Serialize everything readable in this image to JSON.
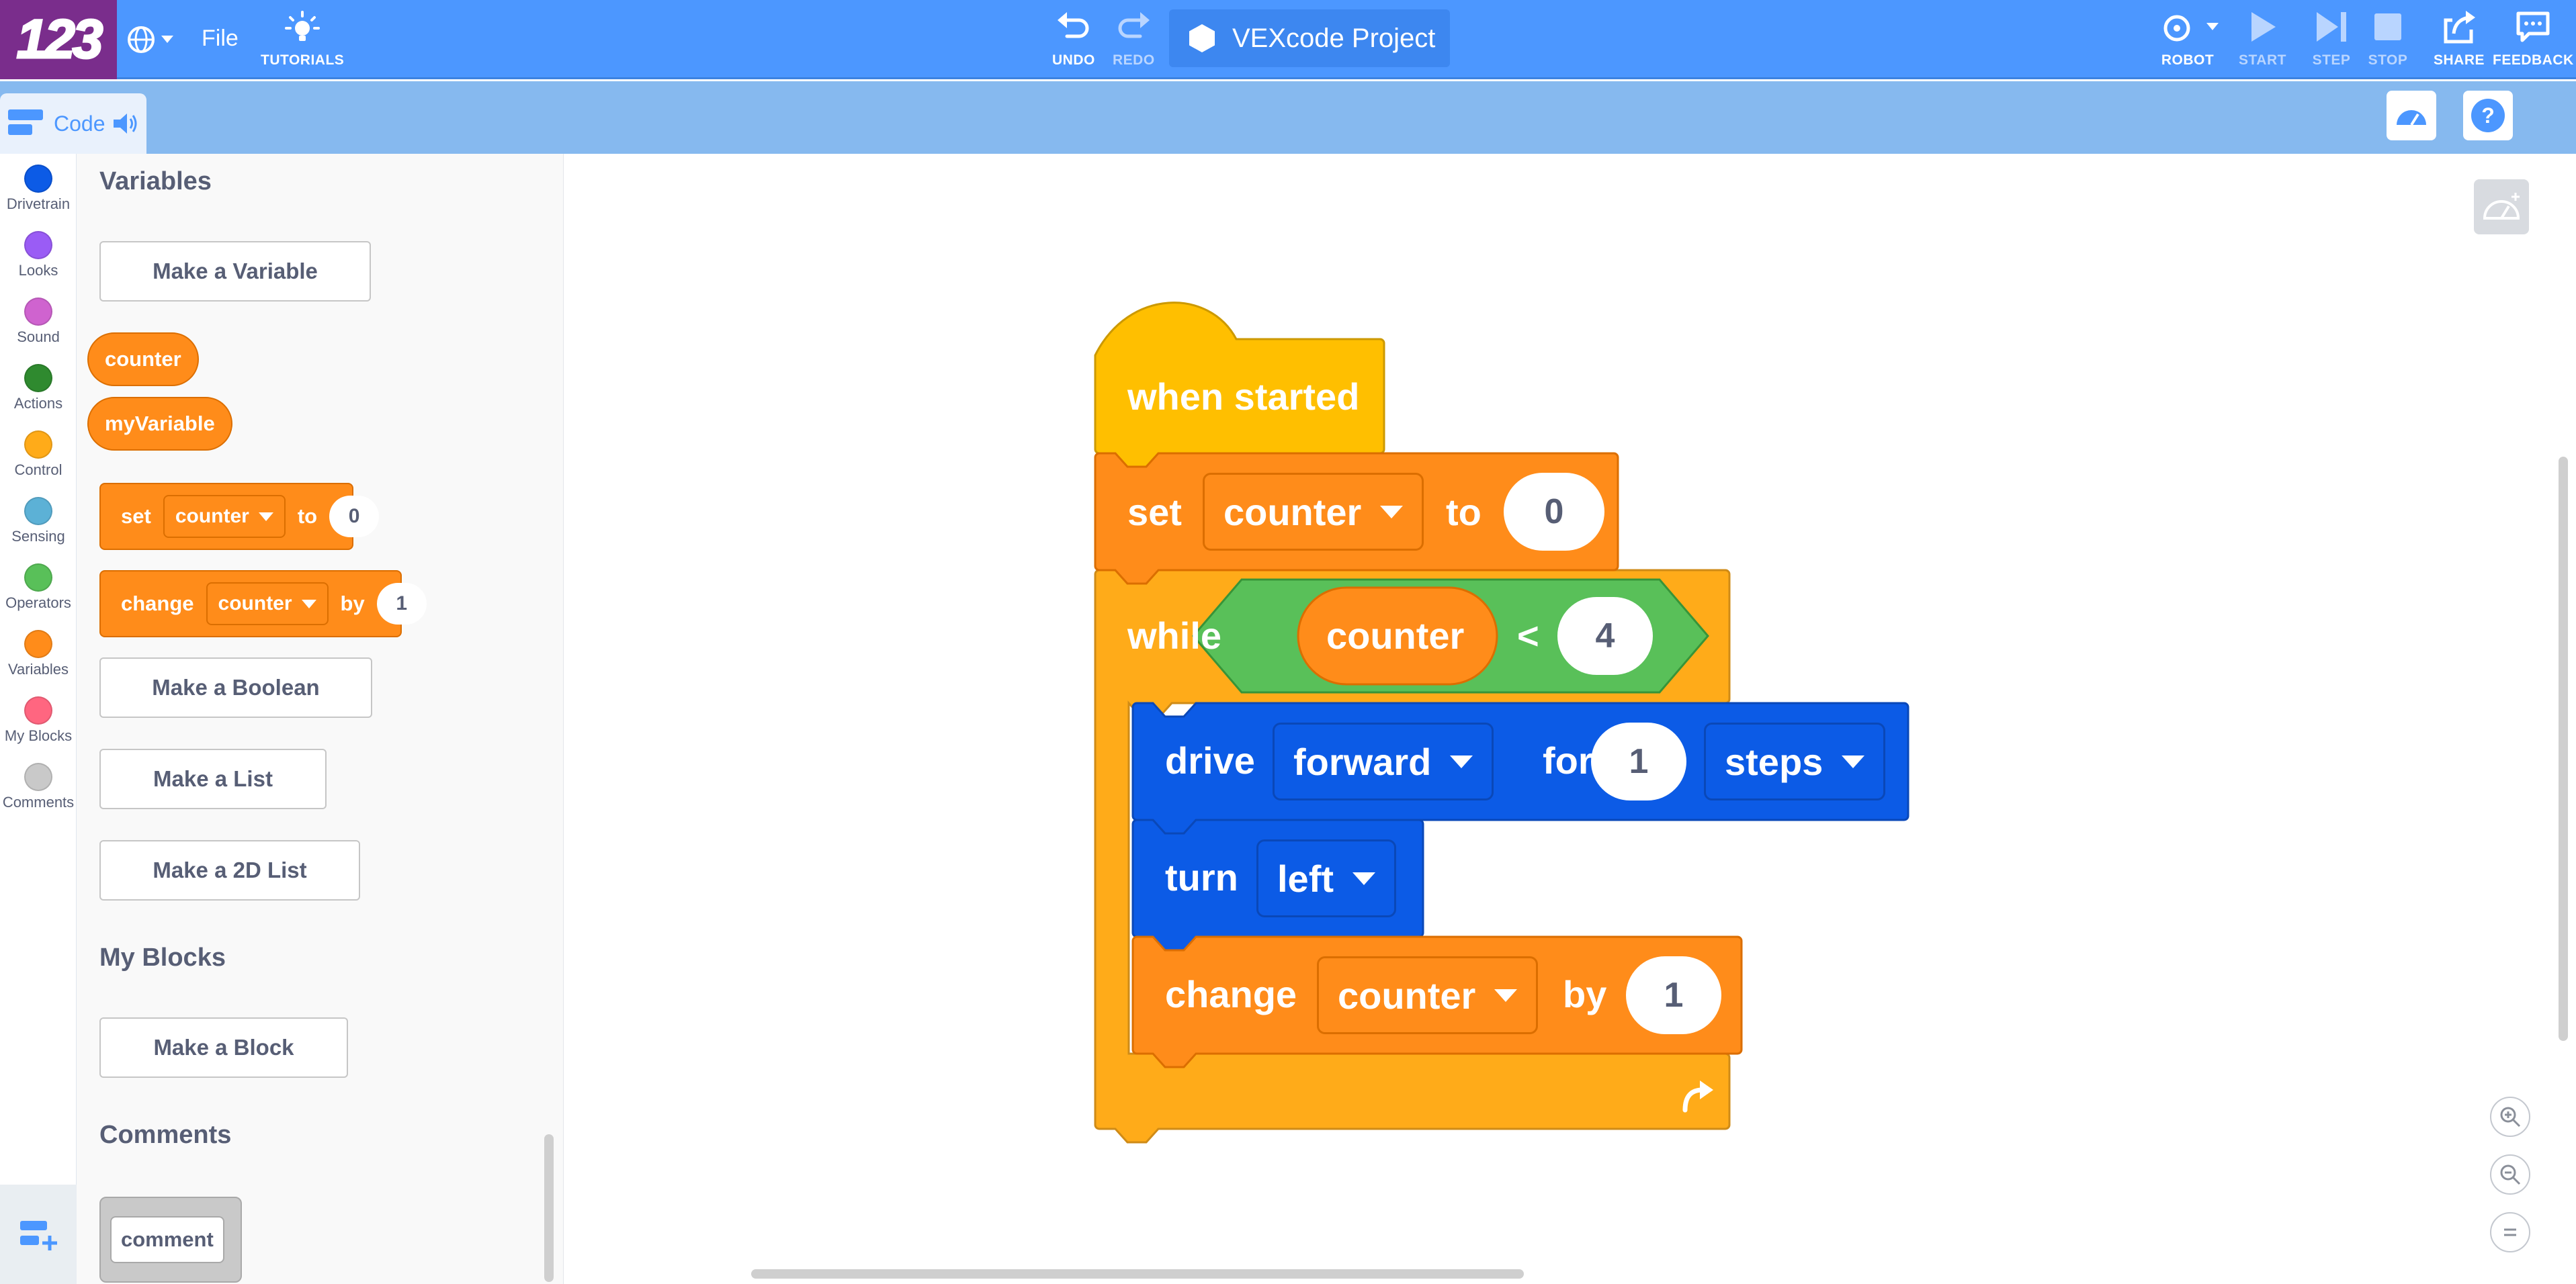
{
  "app": {
    "logo_text": "123",
    "file_label": "File",
    "tutorials_label": "TUTORIALS",
    "undo_label": "UNDO",
    "redo_label": "REDO",
    "project_name": "VEXcode Project",
    "robot_label": "ROBOT",
    "start_label": "START",
    "step_label": "STEP",
    "stop_label": "STOP",
    "share_label": "SHARE",
    "feedback_label": "FEEDBACK"
  },
  "subbar": {
    "code_tab_label": "Code"
  },
  "categories": [
    {
      "label": "Drivetrain",
      "color": "#0c5be6"
    },
    {
      "label": "Looks",
      "color": "#9a5cf5"
    },
    {
      "label": "Sound",
      "color": "#cf63cf"
    },
    {
      "label": "Actions",
      "color": "#2f8a2f"
    },
    {
      "label": "Control",
      "color": "#ffab19"
    },
    {
      "label": "Sensing",
      "color": "#5cb1d6"
    },
    {
      "label": "Operators",
      "color": "#59c059"
    },
    {
      "label": "Variables",
      "color": "#ff8c1a"
    },
    {
      "label": "My Blocks",
      "color": "#ff6680"
    },
    {
      "label": "Comments",
      "color": "#c9c9c9"
    }
  ],
  "palette": {
    "variables_heading": "Variables",
    "make_variable": "Make a Variable",
    "reporters": [
      "counter",
      "myVariable"
    ],
    "set_block": {
      "verb": "set",
      "var": "counter",
      "to": "to",
      "value": "0"
    },
    "change_block": {
      "verb": "change",
      "var": "counter",
      "by": "by",
      "value": "1"
    },
    "make_boolean": "Make a Boolean",
    "make_list": "Make a List",
    "make_2d_list": "Make a 2D List",
    "myblocks_heading": "My Blocks",
    "make_block": "Make a Block",
    "comments_heading": "Comments",
    "comment_block": "comment"
  },
  "script": {
    "hat": "when started",
    "set": {
      "verb": "set",
      "var": "counter",
      "to": "to",
      "value": "0"
    },
    "while": {
      "keyword": "while",
      "var": "counter",
      "op": "<",
      "value": "4"
    },
    "drive": {
      "verb": "drive",
      "dir": "forward",
      "for": "for",
      "value": "1",
      "unit": "steps"
    },
    "turn": {
      "verb": "turn",
      "dir": "left"
    },
    "change": {
      "verb": "change",
      "var": "counter",
      "by": "by",
      "value": "1"
    }
  },
  "colors": {
    "menu_bar": "#4c97ff",
    "variables": "#ff8c1a",
    "control": "#ffab19",
    "events": "#ffbf00",
    "operators": "#59c059",
    "drivetrain": "#0c5be6"
  }
}
